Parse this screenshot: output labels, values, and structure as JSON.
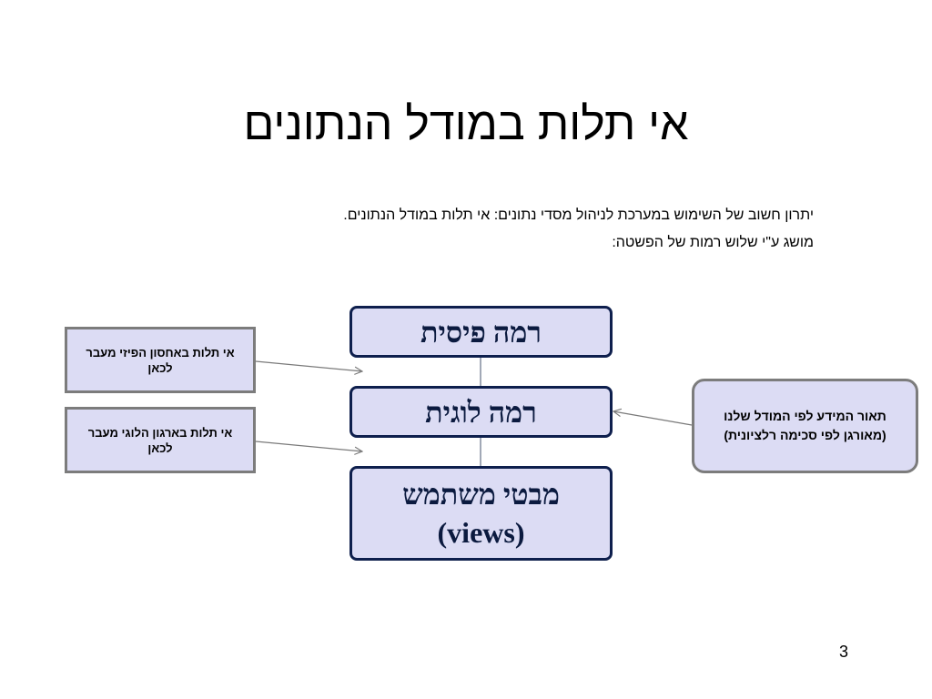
{
  "slide": {
    "title": "אי תלות במודל הנתונים",
    "bullets": [
      "יתרון חשוב של השימוש במערכת לניהול מסדי נתונים: אי תלות במודל הנתונים.",
      "מושג ע\"י שלוש רמות של הפשטה:"
    ],
    "page_number": "3"
  },
  "diagram": {
    "levels": {
      "physical": "רמה פיסית",
      "logical": "רמה לוגית",
      "views_line1": "מבטי משתמש",
      "views_line2": "(views)"
    },
    "notes": {
      "physical_independence": "אי תלות באחסון הפיזי מעבר לכאן",
      "logical_independence": "אי תלות בארגון הלוגי מעבר לכאן",
      "conceptual_description": "תאור המידע לפי המודל שלנו (מאורגן לפי סכימה רלציונית)"
    },
    "colors": {
      "box_fill": "#dcdcf4",
      "level_border": "#0e1f4d",
      "note_border": "#7c7c7c",
      "connector": "#6f7b90",
      "arrow": "#7a7a7a"
    }
  }
}
